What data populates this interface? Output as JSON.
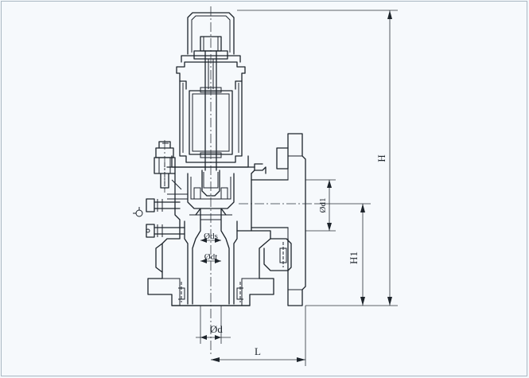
{
  "diagram": {
    "dimension_labels": {
      "H": "H",
      "H1": "H1",
      "d1": "Ød1",
      "ds": "Øds",
      "dt": "Ødt",
      "d": "Ød",
      "L": "L"
    }
  }
}
